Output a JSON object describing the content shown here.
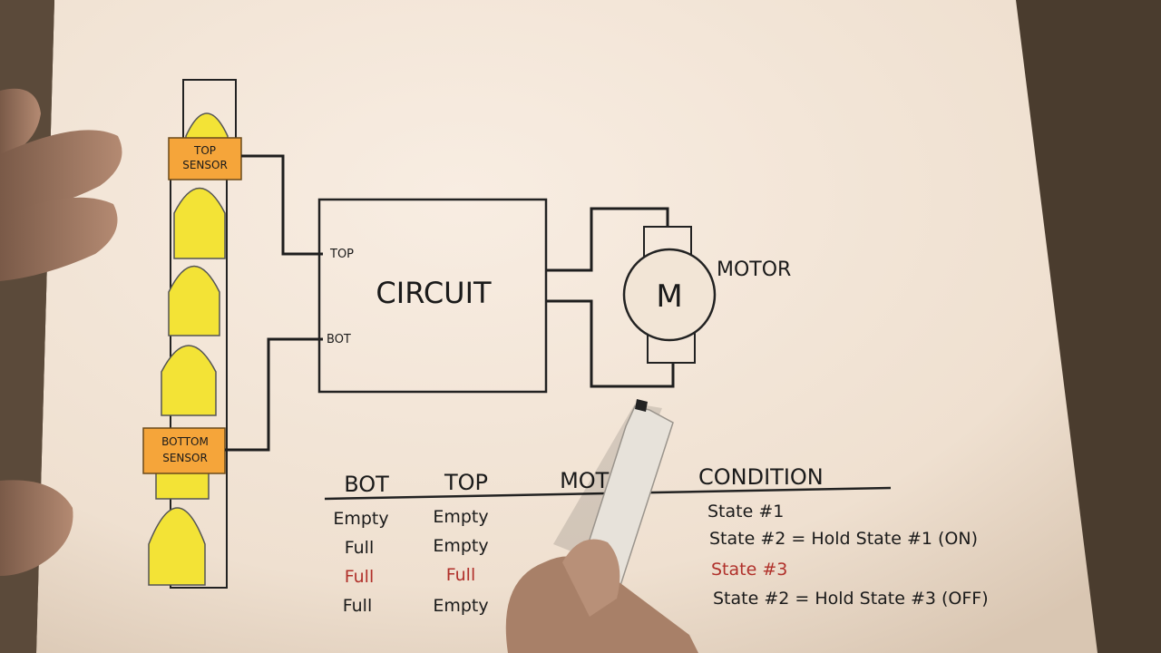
{
  "diagram": {
    "top_sensor_label": [
      "TOP",
      "SENSOR"
    ],
    "bottom_sensor_label": [
      "BOTTOM",
      "SENSOR"
    ],
    "circuit_label": "CIRCUIT",
    "circuit_top_port": "TOP",
    "circuit_bot_port": "BOT",
    "motor_symbol": "M",
    "motor_label": "MOTOR"
  },
  "table": {
    "headers": {
      "bot": "BOT",
      "top": "TOP",
      "motor": "MOTOR",
      "condition": "CONDITION"
    },
    "rows": [
      {
        "bot": "Empty",
        "top": "Empty",
        "motor": "",
        "condition": "State #1",
        "highlight": false
      },
      {
        "bot": "Full",
        "top": "Empty",
        "motor": "",
        "condition": "State #2 = Hold State #1 (ON)",
        "highlight": false
      },
      {
        "bot": "Full",
        "top": "Full",
        "motor": "",
        "condition": "State #3",
        "highlight": true
      },
      {
        "bot": "Full",
        "top": "Empty",
        "motor": "",
        "condition": "State #2 = Hold State #3 (OFF)",
        "highlight": false
      }
    ]
  },
  "colors": {
    "paper": "#f3e6d8",
    "sensor": "#f5a53a",
    "cell_fill": "#f3e336",
    "highlight_text": "#b0302a",
    "ink": "#1a1a1a"
  }
}
